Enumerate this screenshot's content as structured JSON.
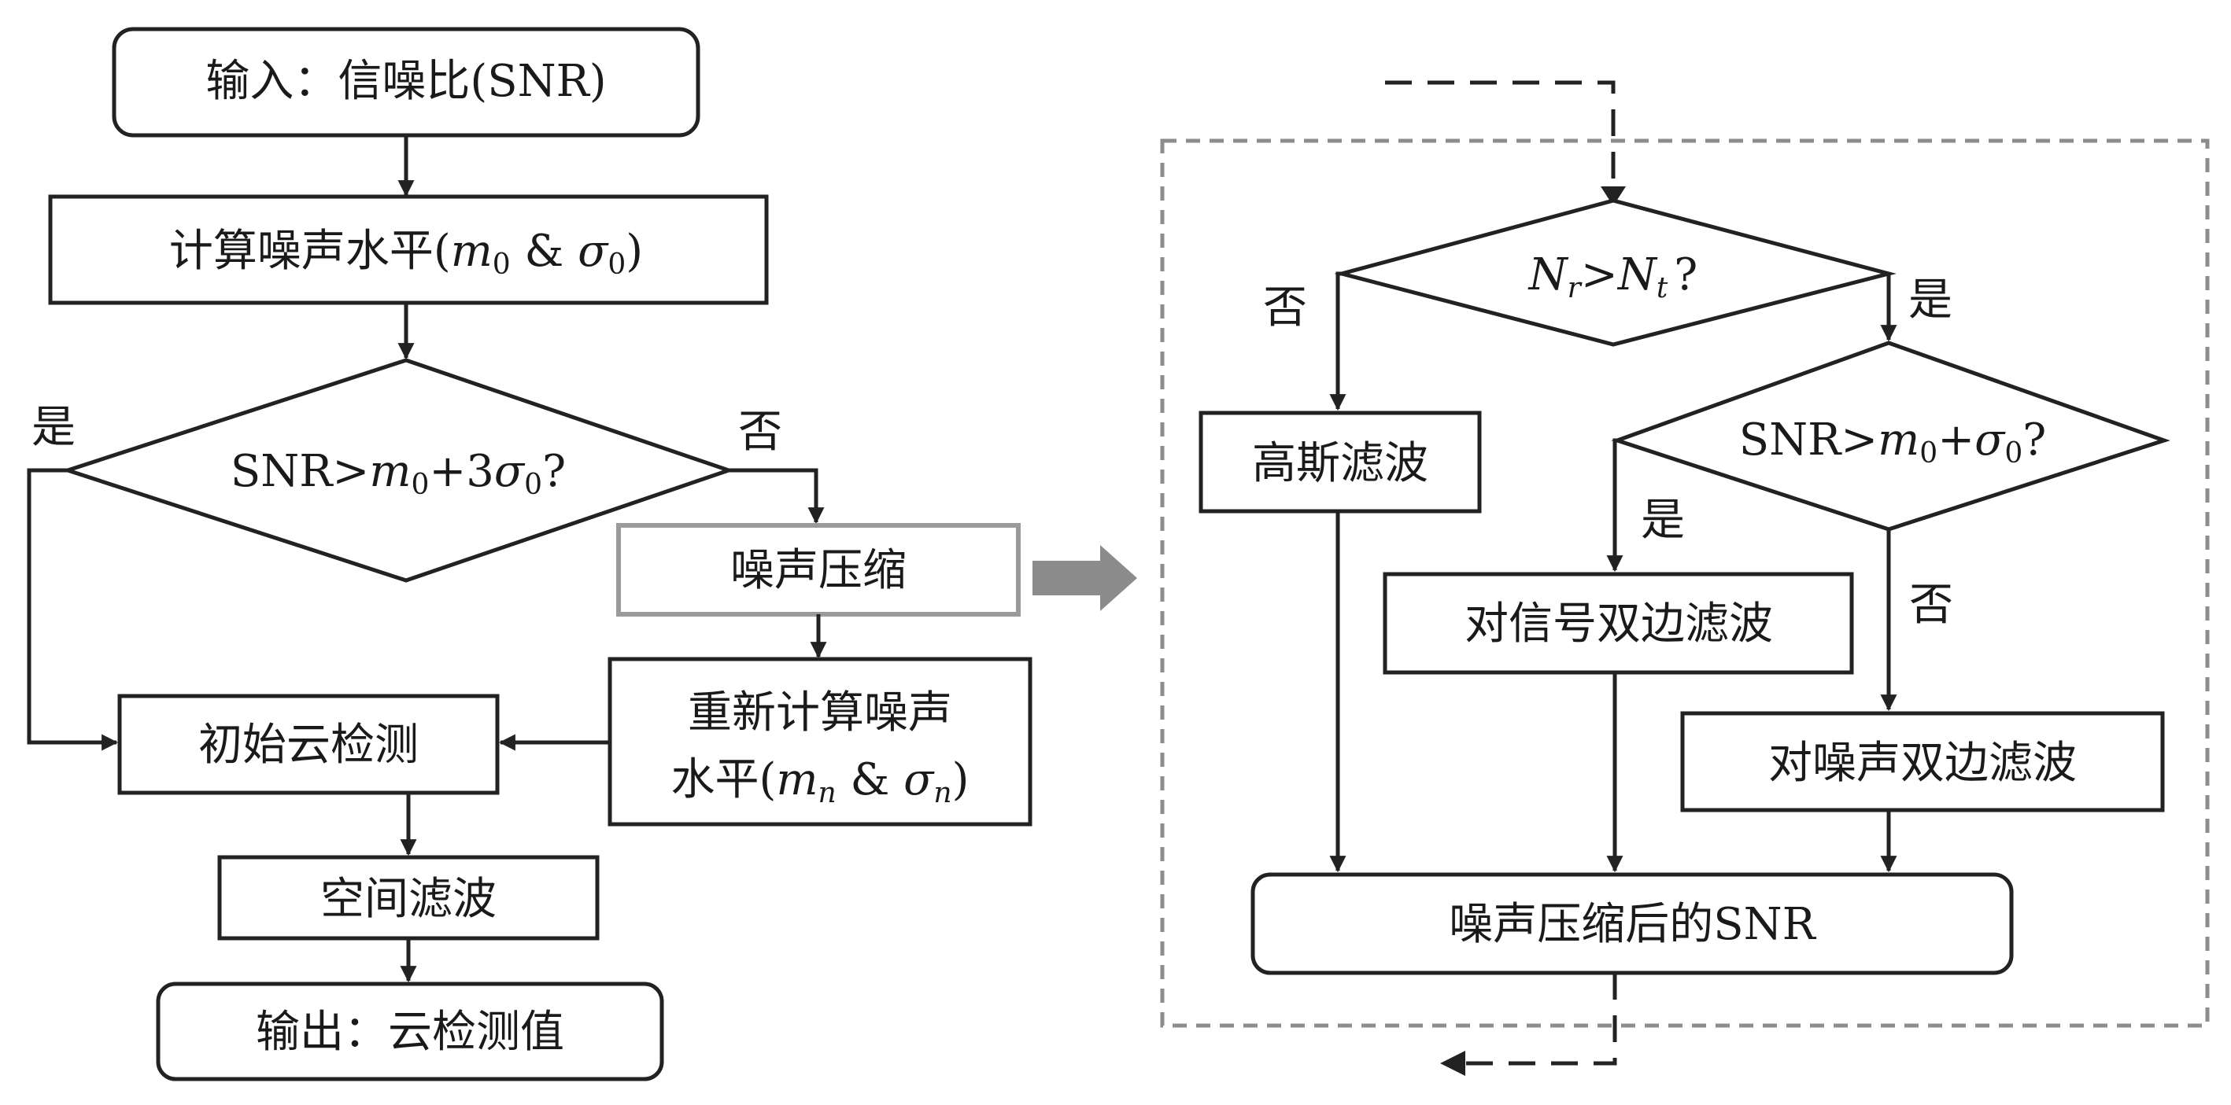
{
  "left_flow": {
    "input": "输入：信噪比(SNR)",
    "calc_noise": {
      "prefix": "计算噪声水平(",
      "m": "m",
      "m_sub": "0",
      "amp": " & ",
      "sigma": "σ",
      "sigma_sub": "0",
      "suffix": ")"
    },
    "decision": {
      "prefix": "SNR>",
      "m": "m",
      "m_sub": "0",
      "mid": "+3",
      "sigma": "σ",
      "sigma_sub": "0",
      "suffix": "?"
    },
    "yes_label": "是",
    "no_label": "否",
    "noise_compress": "噪声压缩",
    "recalc": {
      "line1": "重新计算噪声",
      "prefix": "水平(",
      "m": "m",
      "m_sub": "n",
      "amp": " & ",
      "sigma": "σ",
      "sigma_sub": "n",
      "suffix": ")"
    },
    "initial_detect": "初始云检测",
    "spatial_filter": "空间滤波",
    "output": "输出：云检测值"
  },
  "right_flow": {
    "decision1": {
      "n1": "N",
      "n1_sub": "r",
      "gt": ">",
      "n2": "N",
      "n2_sub": "t",
      "suffix": "?"
    },
    "no_label_1": "否",
    "yes_label_1": "是",
    "gaussian": "高斯滤波",
    "decision2": {
      "prefix": "SNR>",
      "m": "m",
      "m_sub": "0",
      "mid": "+",
      "sigma": "σ",
      "sigma_sub": "0",
      "suffix": "?"
    },
    "yes_label_2": "是",
    "no_label_2": "否",
    "bilateral_signal": "对信号双边滤波",
    "bilateral_noise": "对噪声双边滤波",
    "output": "噪声压缩后的SNR"
  },
  "colors": {
    "stroke": "#222222",
    "highlight_box": "#9a9a9a",
    "big_arrow": "#8c8c8c",
    "dashed_frame": "#8c8c8c"
  }
}
